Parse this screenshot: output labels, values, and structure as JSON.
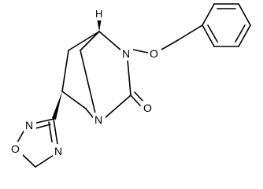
{
  "atoms": {
    "n_bridge": "N",
    "n_top": "N",
    "o_carbonyl": "O",
    "o_ether": "O",
    "ring_o": "O",
    "ring_n_left": "N",
    "ring_n_right": "N",
    "stereo_h": "H"
  }
}
